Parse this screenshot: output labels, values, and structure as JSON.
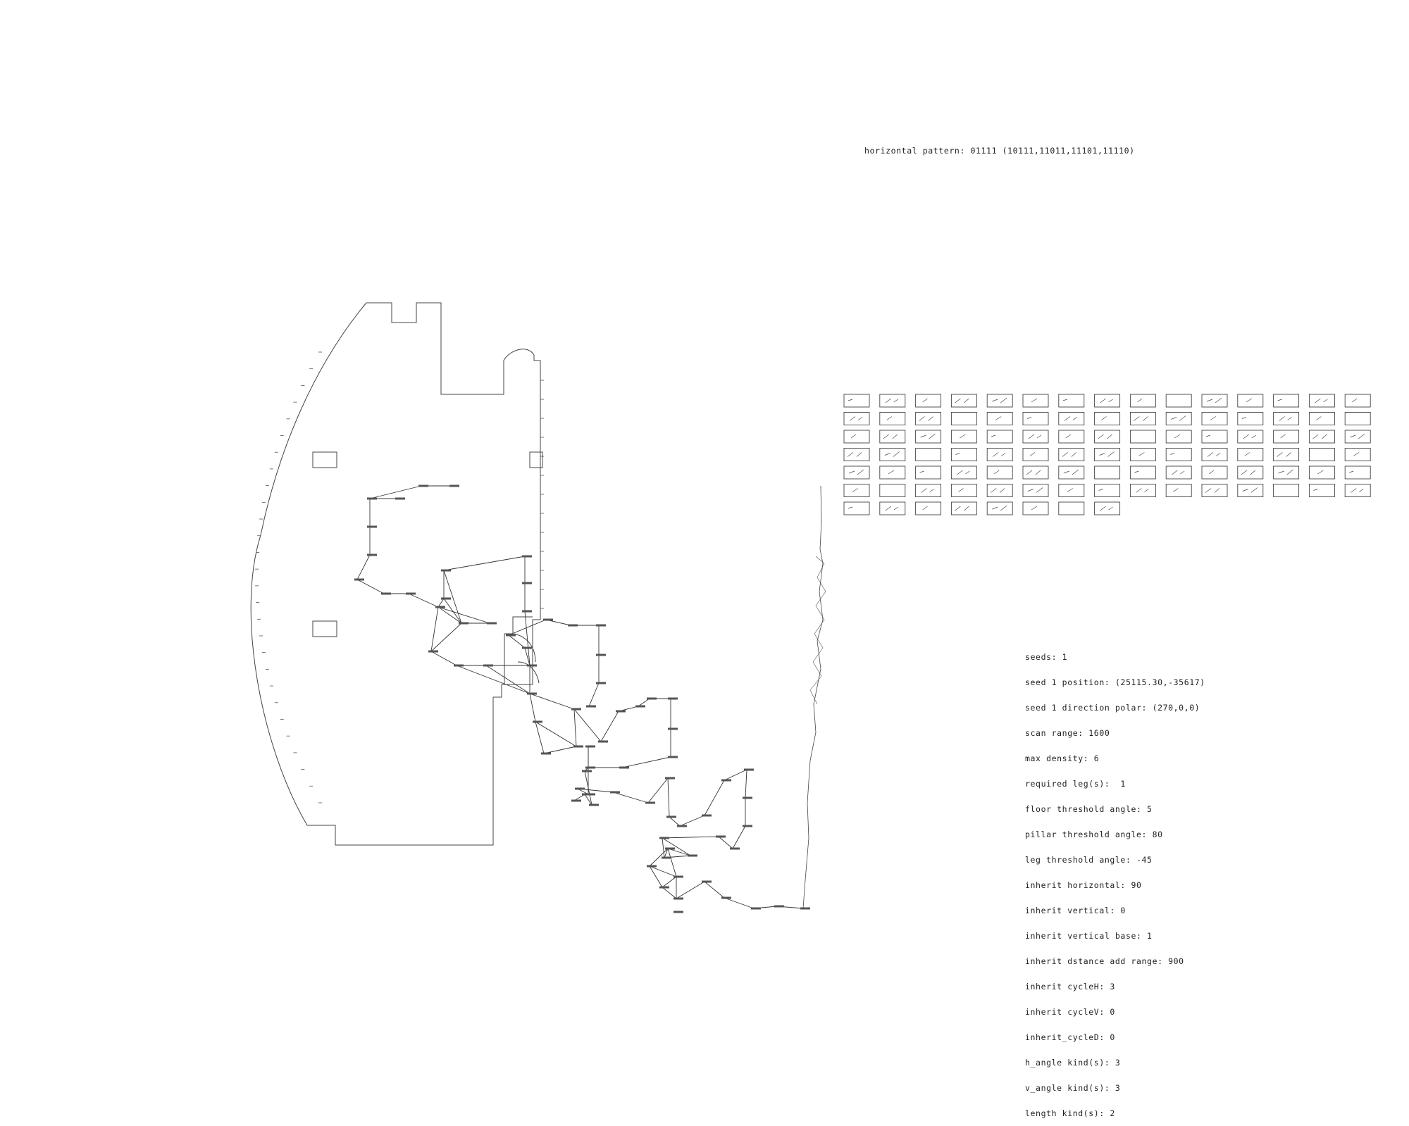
{
  "header": {
    "pattern_text": "horizontal pattern: 01111 (10111,11011,11101,11110)"
  },
  "parameters": [
    "seeds: 1",
    "seed 1 position: (25115.30,-35617)",
    "seed 1 direction polar: (270,0,0)",
    "scan range: 1600",
    "max density: 6",
    "required leg(s):  1",
    "floor threshold angle: 5",
    "pillar threshold angle: 80",
    "leg threshold angle: -45",
    "inherit horizontal: 90",
    "inherit vertical: 0",
    "inherit vertical base: 1",
    "inherit dstance add range: 900",
    "inherit cycleH: 3",
    "inherit cycleV: 0",
    "inherit_cycleD: 0",
    "h_angle kind(s): 3",
    "v_angle kind(s): 3",
    "length kind(s): 2"
  ],
  "colors": {
    "line": "#333333",
    "background": "#ffffff"
  }
}
